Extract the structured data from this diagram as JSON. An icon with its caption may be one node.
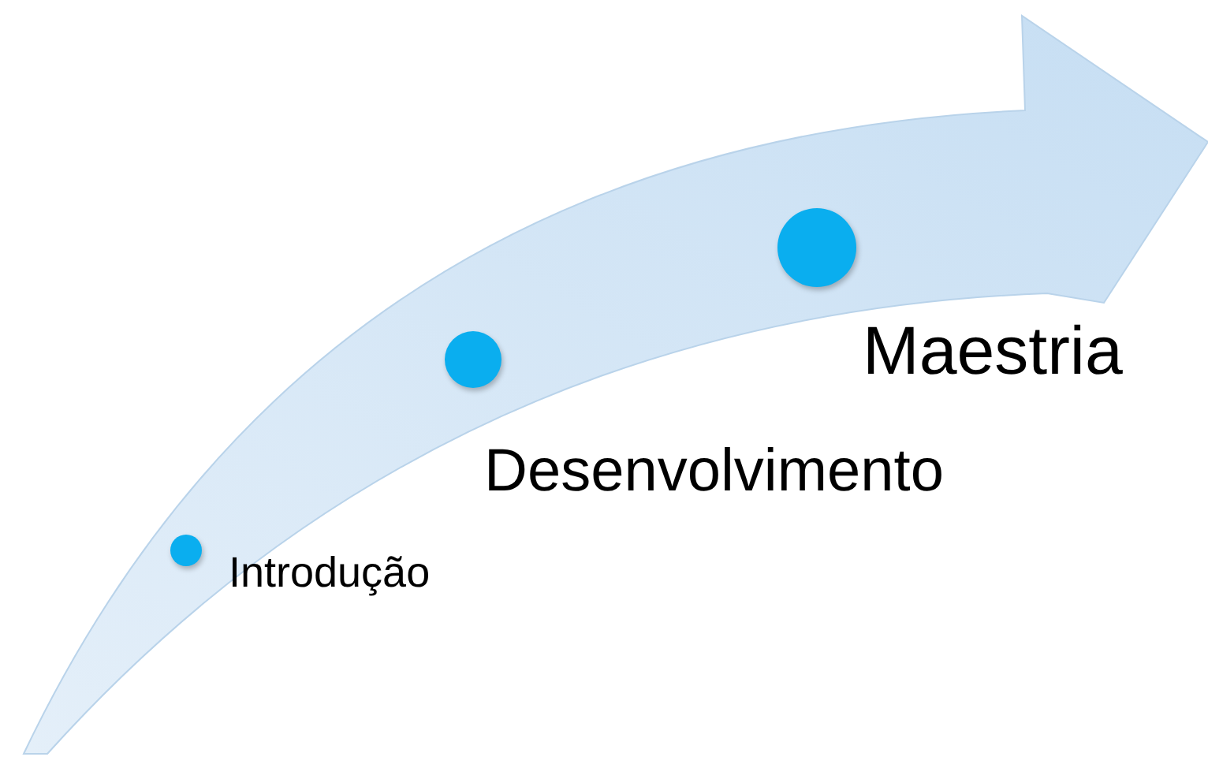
{
  "diagram": {
    "nodes": [
      {
        "text": [],
        "shape": "circle",
        "beside": [
          "Introdução"
        ]
      },
      {
        "text": [],
        "shape": "circle",
        "beside": [
          "Desenvolvimento"
        ]
      },
      {
        "text": [],
        "shape": "circle",
        "beside": [
          "Maestria"
        ]
      }
    ]
  }
}
